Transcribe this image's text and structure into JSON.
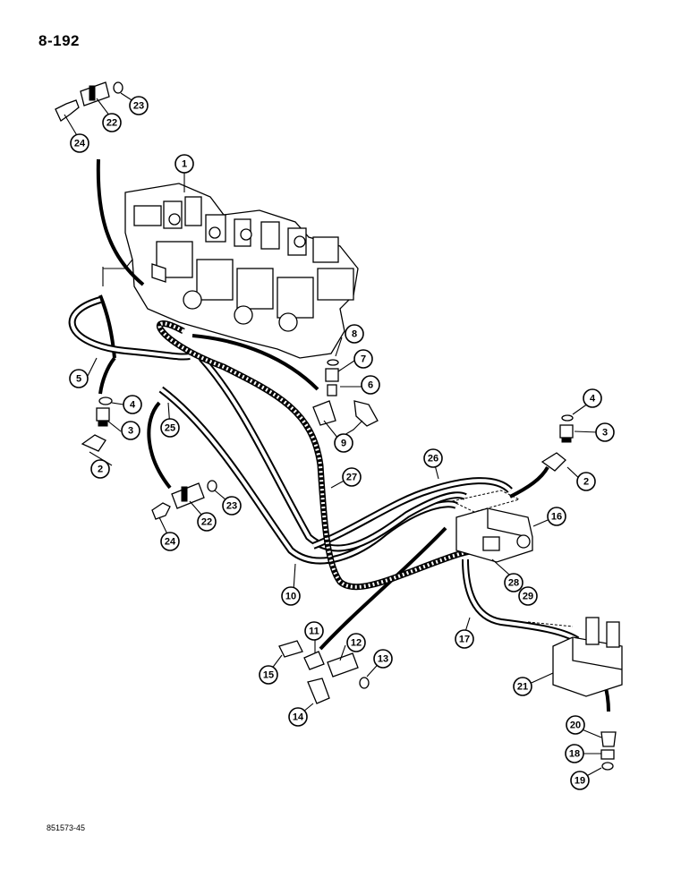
{
  "page_number": "8-192",
  "figure_code": "851573-45",
  "callouts": [
    {
      "label": "1"
    },
    {
      "label": "2"
    },
    {
      "label": "3"
    },
    {
      "label": "4"
    },
    {
      "label": "5"
    },
    {
      "label": "6"
    },
    {
      "label": "7"
    },
    {
      "label": "8"
    },
    {
      "label": "9"
    },
    {
      "label": "10"
    },
    {
      "label": "11"
    },
    {
      "label": "12"
    },
    {
      "label": "13"
    },
    {
      "label": "14"
    },
    {
      "label": "15"
    },
    {
      "label": "16"
    },
    {
      "label": "17"
    },
    {
      "label": "18"
    },
    {
      "label": "19"
    },
    {
      "label": "20"
    },
    {
      "label": "21"
    },
    {
      "label": "22"
    },
    {
      "label": "23"
    },
    {
      "label": "24"
    },
    {
      "label": "25"
    },
    {
      "label": "26"
    },
    {
      "label": "27"
    },
    {
      "label": "28"
    },
    {
      "label": "29"
    }
  ]
}
